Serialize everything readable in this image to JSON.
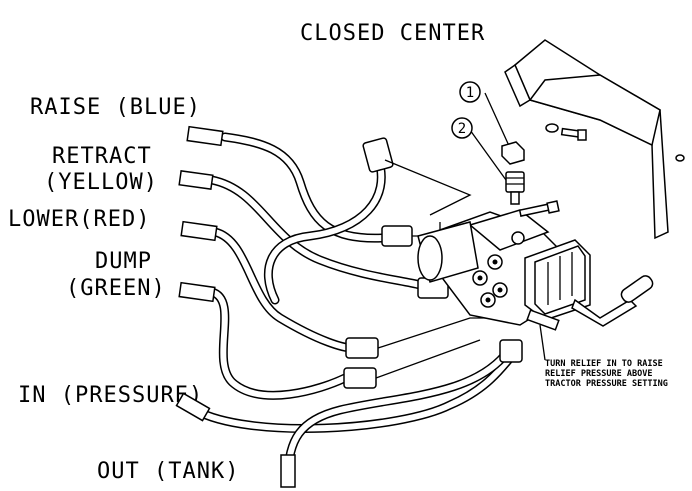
{
  "title": "CLOSED CENTER",
  "hose_labels": {
    "raise": "RAISE (BLUE)",
    "retract_1": "RETRACT",
    "retract_2": "(YELLOW)",
    "lower": "LOWER(RED)",
    "dump_1": "DUMP",
    "dump_2": "(GREEN)",
    "in": "IN (PRESSURE)",
    "out": "OUT (TANK)"
  },
  "callouts": [
    "1",
    "2"
  ],
  "relief_note": [
    "TURN RELIEF IN TO RAISE",
    "RELIEF PRESSURE ABOVE",
    "TRACTOR PRESSURE SETTING"
  ]
}
